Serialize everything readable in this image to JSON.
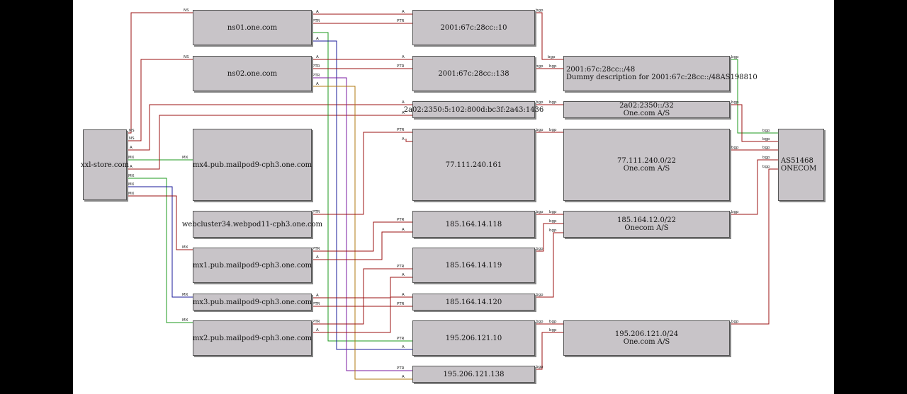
{
  "nodes": {
    "domain": {
      "label": "xxl-store.com"
    },
    "ns01": {
      "label": "ns01.one.com"
    },
    "ns02": {
      "label": "ns02.one.com"
    },
    "mx4": {
      "label": "mx4.pub.mailpod9-cph3.one.com"
    },
    "web": {
      "label": "webcluster34.webpod11-cph3.one.com"
    },
    "mx1": {
      "label": "mx1.pub.mailpod9-cph3.one.com"
    },
    "mx3": {
      "label": "mx3.pub.mailpod9-cph3.one.com"
    },
    "mx2": {
      "label": "mx2.pub.mailpod9-cph3.one.com"
    },
    "ip6_10": {
      "label": "2001:67c:28cc::10"
    },
    "ip6_138": {
      "label": "2001:67c:28cc::138"
    },
    "ip6_a02": {
      "label": "2a02:2350:5:102:800d:bc3f:2a43:1436"
    },
    "ip_240": {
      "label": "77.111.240.161"
    },
    "ip_118": {
      "label": "185.164.14.118"
    },
    "ip_119": {
      "label": "185.164.14.119"
    },
    "ip_120": {
      "label": "185.164.14.120"
    },
    "ip_10": {
      "label": "195.206.121.10"
    },
    "ip_138": {
      "label": "195.206.121.138"
    },
    "pfx_6": {
      "line1": "2001:67c:28cc::/48",
      "line2": "Dummy description for 2001:67c:28cc::/48AS198810"
    },
    "pfx_a02": {
      "line1": "2a02:2350::/32",
      "line2": "One.com A/S"
    },
    "pfx_240": {
      "line1": "77.111.240.0/22",
      "line2": "One.com A/S"
    },
    "pfx_185": {
      "line1": "185.164.12.0/22",
      "line2": "Onecom A/S"
    },
    "pfx_195": {
      "line1": "195.206.121.0/24",
      "line2": "One.com A/S"
    },
    "as": {
      "line1": "AS51468",
      "line2": "ONECOM"
    }
  },
  "edge_labels": {
    "ns": "NS",
    "a": "A",
    "mx": "MX",
    "ptr": "PTR",
    "bgp": "bgp"
  },
  "colors": {
    "red": "#9b1010",
    "green": "#1c9a1c",
    "blue": "#1a1a9a",
    "purple": "#7a1aa0",
    "orange": "#b07a10",
    "node": "#c8c4c8"
  }
}
